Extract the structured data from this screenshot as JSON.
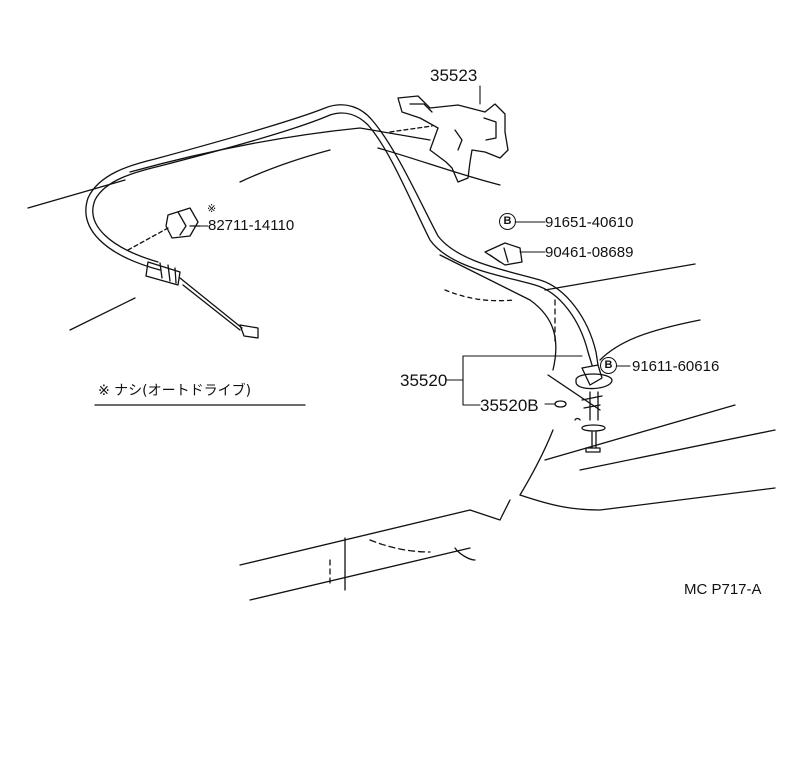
{
  "labels": {
    "part_35523": "35523",
    "part_91651": "91651-40610",
    "part_90461": "90461-08689",
    "part_82711": "82711-14110",
    "part_35520": "35520",
    "part_35520B": "35520B",
    "part_91611": "91611-60616",
    "circle_b": "B",
    "star_mark": "※",
    "note_text": "※ ナシ(オートドライブ)",
    "figure_code": "MC P717-A"
  }
}
